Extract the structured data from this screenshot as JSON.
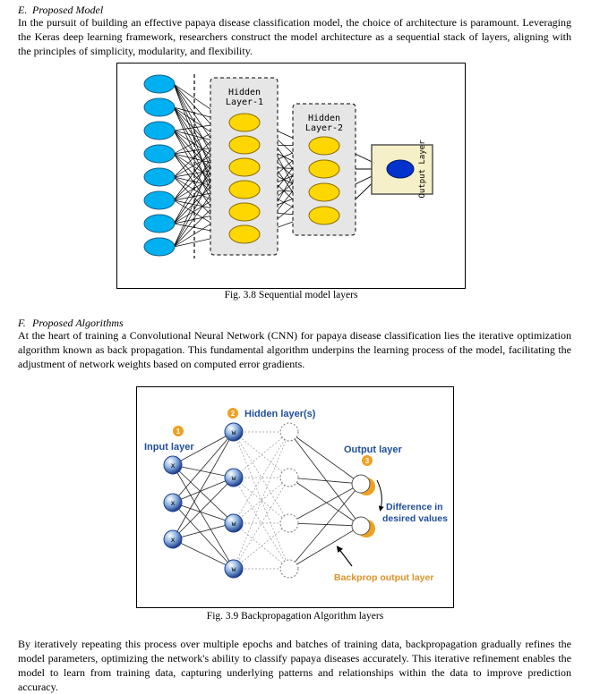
{
  "sections": {
    "model": {
      "number": "E.",
      "title": "Proposed Model",
      "paragraph": "In the pursuit of building an effective papaya disease classification model, the choice of architecture is paramount. Leveraging the Keras deep learning framework, researchers construct the model architecture as a sequential stack of layers, aligning with the principles of simplicity, modularity, and flexibility."
    },
    "algorithms": {
      "number": "F.",
      "title": "Proposed Algorithms",
      "paragraph": "At the heart of training a Convolutional Neural Network (CNN) for papaya disease classification lies the iterative optimization algorithm known as back propagation. This fundamental algorithm underpins the learning process of the model, facilitating the adjustment of network weights based on computed error gradients."
    },
    "closing": {
      "paragraph": "By iteratively repeating this process over multiple epochs and batches of training data, backpropagation gradually refines the model parameters, optimizing the network's ability to classify papaya diseases accurately. This iterative refinement enables the model to learn from training data, capturing underlying patterns and relationships within the data to improve prediction accuracy."
    }
  },
  "figures": {
    "fig38": {
      "caption": "Fig. 3.8 Sequential model layers",
      "hidden1": [
        "Hidden",
        "Layer-1"
      ],
      "hidden2": [
        "Hidden",
        "Layer-2"
      ],
      "output": "Output Layer",
      "colors": {
        "input": "#00b0f0",
        "hidden": "#ffd700",
        "output": "#0033cc",
        "box": "#f5f0c8"
      }
    },
    "fig39": {
      "caption": "Fig. 3.9 Backpropagation Algorithm layers",
      "step1": "1",
      "step2": "2",
      "step3": "3",
      "input_label": "Input layer",
      "hidden_label": "Hidden layer(s)",
      "output_label": "Output layer",
      "difference_label": [
        "Difference in",
        "desired values"
      ],
      "backprop_label": "Backprop output layer",
      "node_x": "x",
      "node_w": "w",
      "colors": {
        "label": "#1f4e9c",
        "orange": "#f0a020",
        "backprop": "#e0922a"
      }
    }
  }
}
